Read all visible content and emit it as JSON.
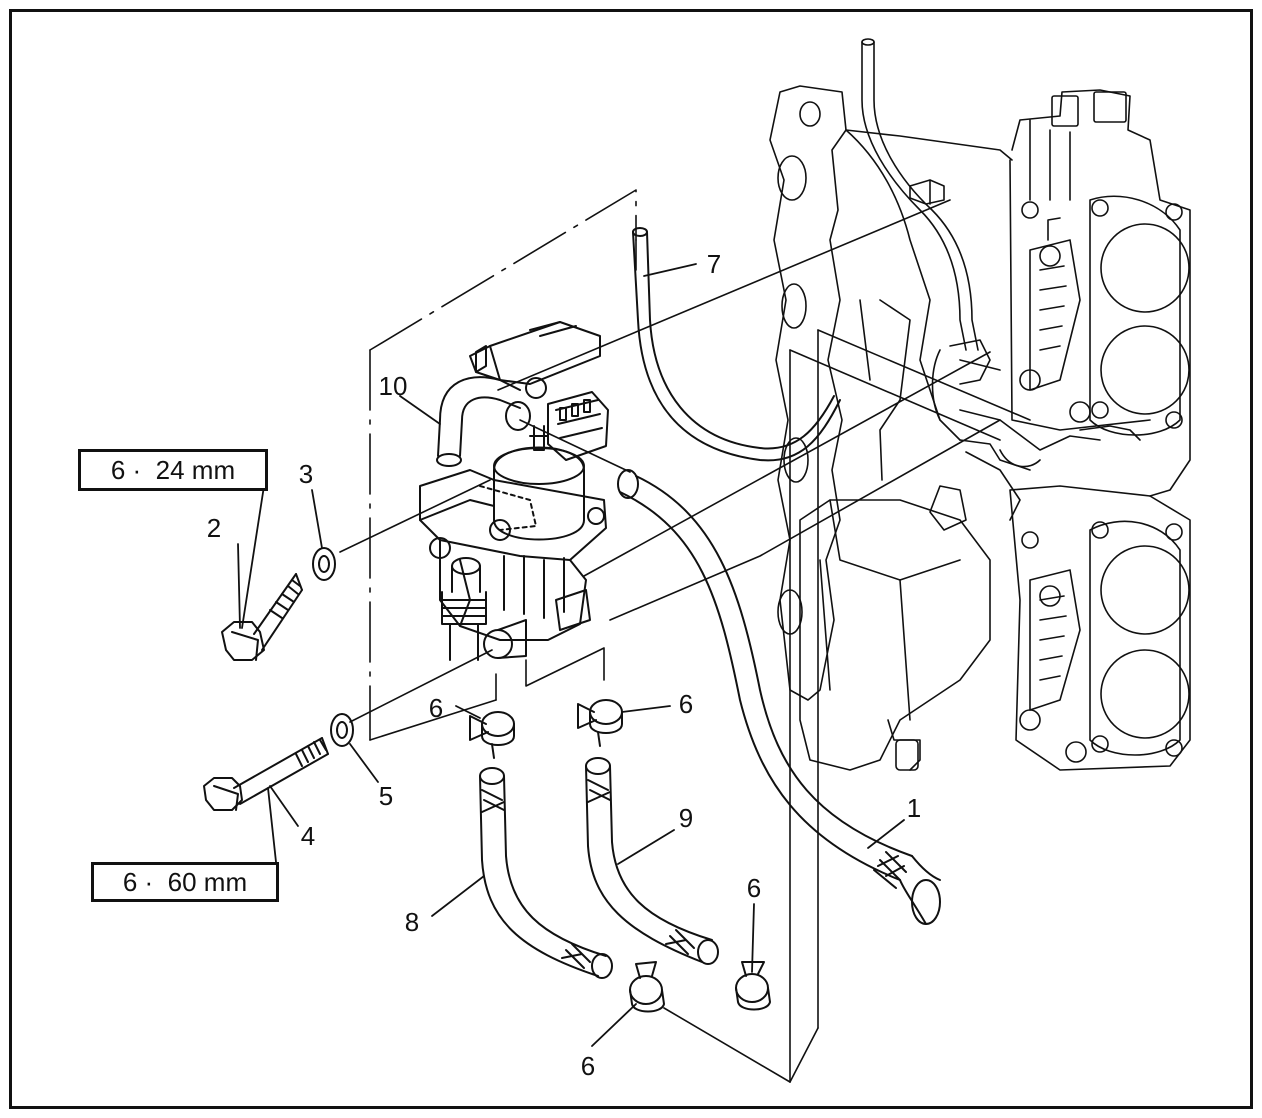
{
  "diagram": {
    "callouts": [
      {
        "id": "1",
        "label": "1"
      },
      {
        "id": "2",
        "label": "2"
      },
      {
        "id": "3",
        "label": "3"
      },
      {
        "id": "4",
        "label": "4"
      },
      {
        "id": "5",
        "label": "5"
      },
      {
        "id": "6a",
        "label": "6"
      },
      {
        "id": "6b",
        "label": "6"
      },
      {
        "id": "6c",
        "label": "6"
      },
      {
        "id": "6d",
        "label": "6"
      },
      {
        "id": "7",
        "label": "7"
      },
      {
        "id": "8",
        "label": "8"
      },
      {
        "id": "9",
        "label": "9"
      },
      {
        "id": "10",
        "label": "10"
      }
    ],
    "specs": {
      "bolt_short": "6 ·  24 mm",
      "bolt_long": "6 ·  60 mm"
    },
    "colors": {
      "line": "#111111",
      "background": "#ffffff"
    }
  }
}
